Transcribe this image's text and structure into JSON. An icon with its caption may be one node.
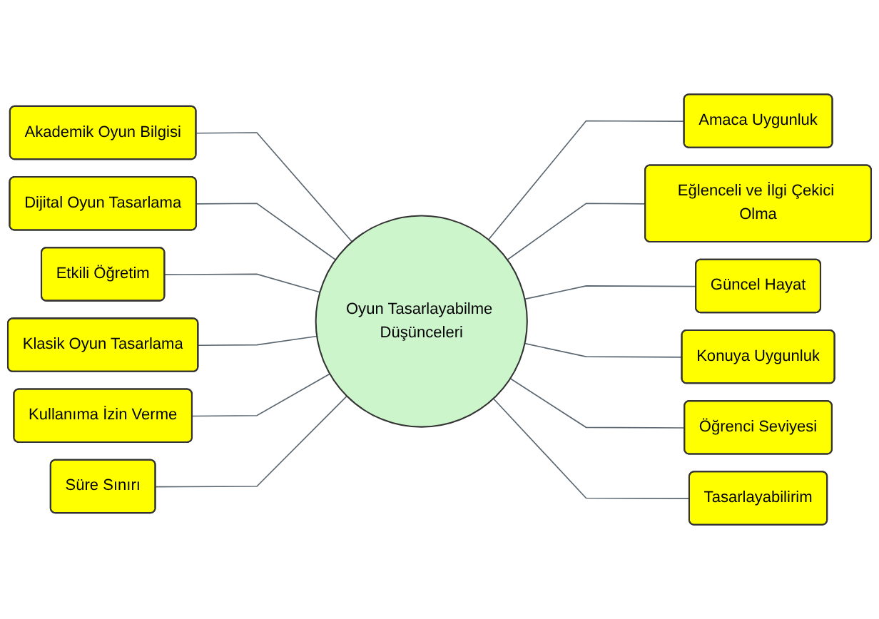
{
  "diagram": {
    "nodes": [
      {
        "text": [
          "Akademik Oyun Bilgisi"
        ]
      },
      {
        "text": [
          "Dijital Oyun Tasarlama"
        ]
      },
      {
        "text": [
          "Etkili Öğretim"
        ]
      },
      {
        "text": [
          "Klasik Oyun Tasarlama"
        ]
      },
      {
        "text": [
          "Kullanıma İzin Verme"
        ]
      },
      {
        "text": [
          "Süre Sınırı"
        ]
      },
      {
        "text": [
          "Oyun Tasarlayabilme Düşünceleri"
        ]
      },
      {
        "text": [
          "Amaca Uygunluk"
        ]
      },
      {
        "text": [
          "Eğlenceli ve İlgi Çekici Olma"
        ]
      },
      {
        "text": [
          "Güncel Hayat"
        ]
      },
      {
        "text": [
          "Konuya Uygunluk"
        ]
      },
      {
        "text": [
          "Öğrenci Seviyesi"
        ]
      },
      {
        "text": [
          "Tasarlayabilirim"
        ]
      }
    ],
    "edges": [
      {
        "from": 0,
        "to": 6,
        "arrow": "none"
      },
      {
        "from": 1,
        "to": 6,
        "arrow": "none"
      },
      {
        "from": 2,
        "to": 6,
        "arrow": "none"
      },
      {
        "from": 3,
        "to": 6,
        "arrow": "none"
      },
      {
        "from": 4,
        "to": 6,
        "arrow": "none"
      },
      {
        "from": 5,
        "to": 6,
        "arrow": "none"
      },
      {
        "from": 6,
        "to": 7,
        "arrow": "none"
      },
      {
        "from": 6,
        "to": 8,
        "arrow": "none"
      },
      {
        "from": 6,
        "to": 9,
        "arrow": "none"
      },
      {
        "from": 6,
        "to": 10,
        "arrow": "none"
      },
      {
        "from": 6,
        "to": 11,
        "arrow": "none"
      },
      {
        "from": 6,
        "to": 12,
        "arrow": "none"
      }
    ]
  }
}
